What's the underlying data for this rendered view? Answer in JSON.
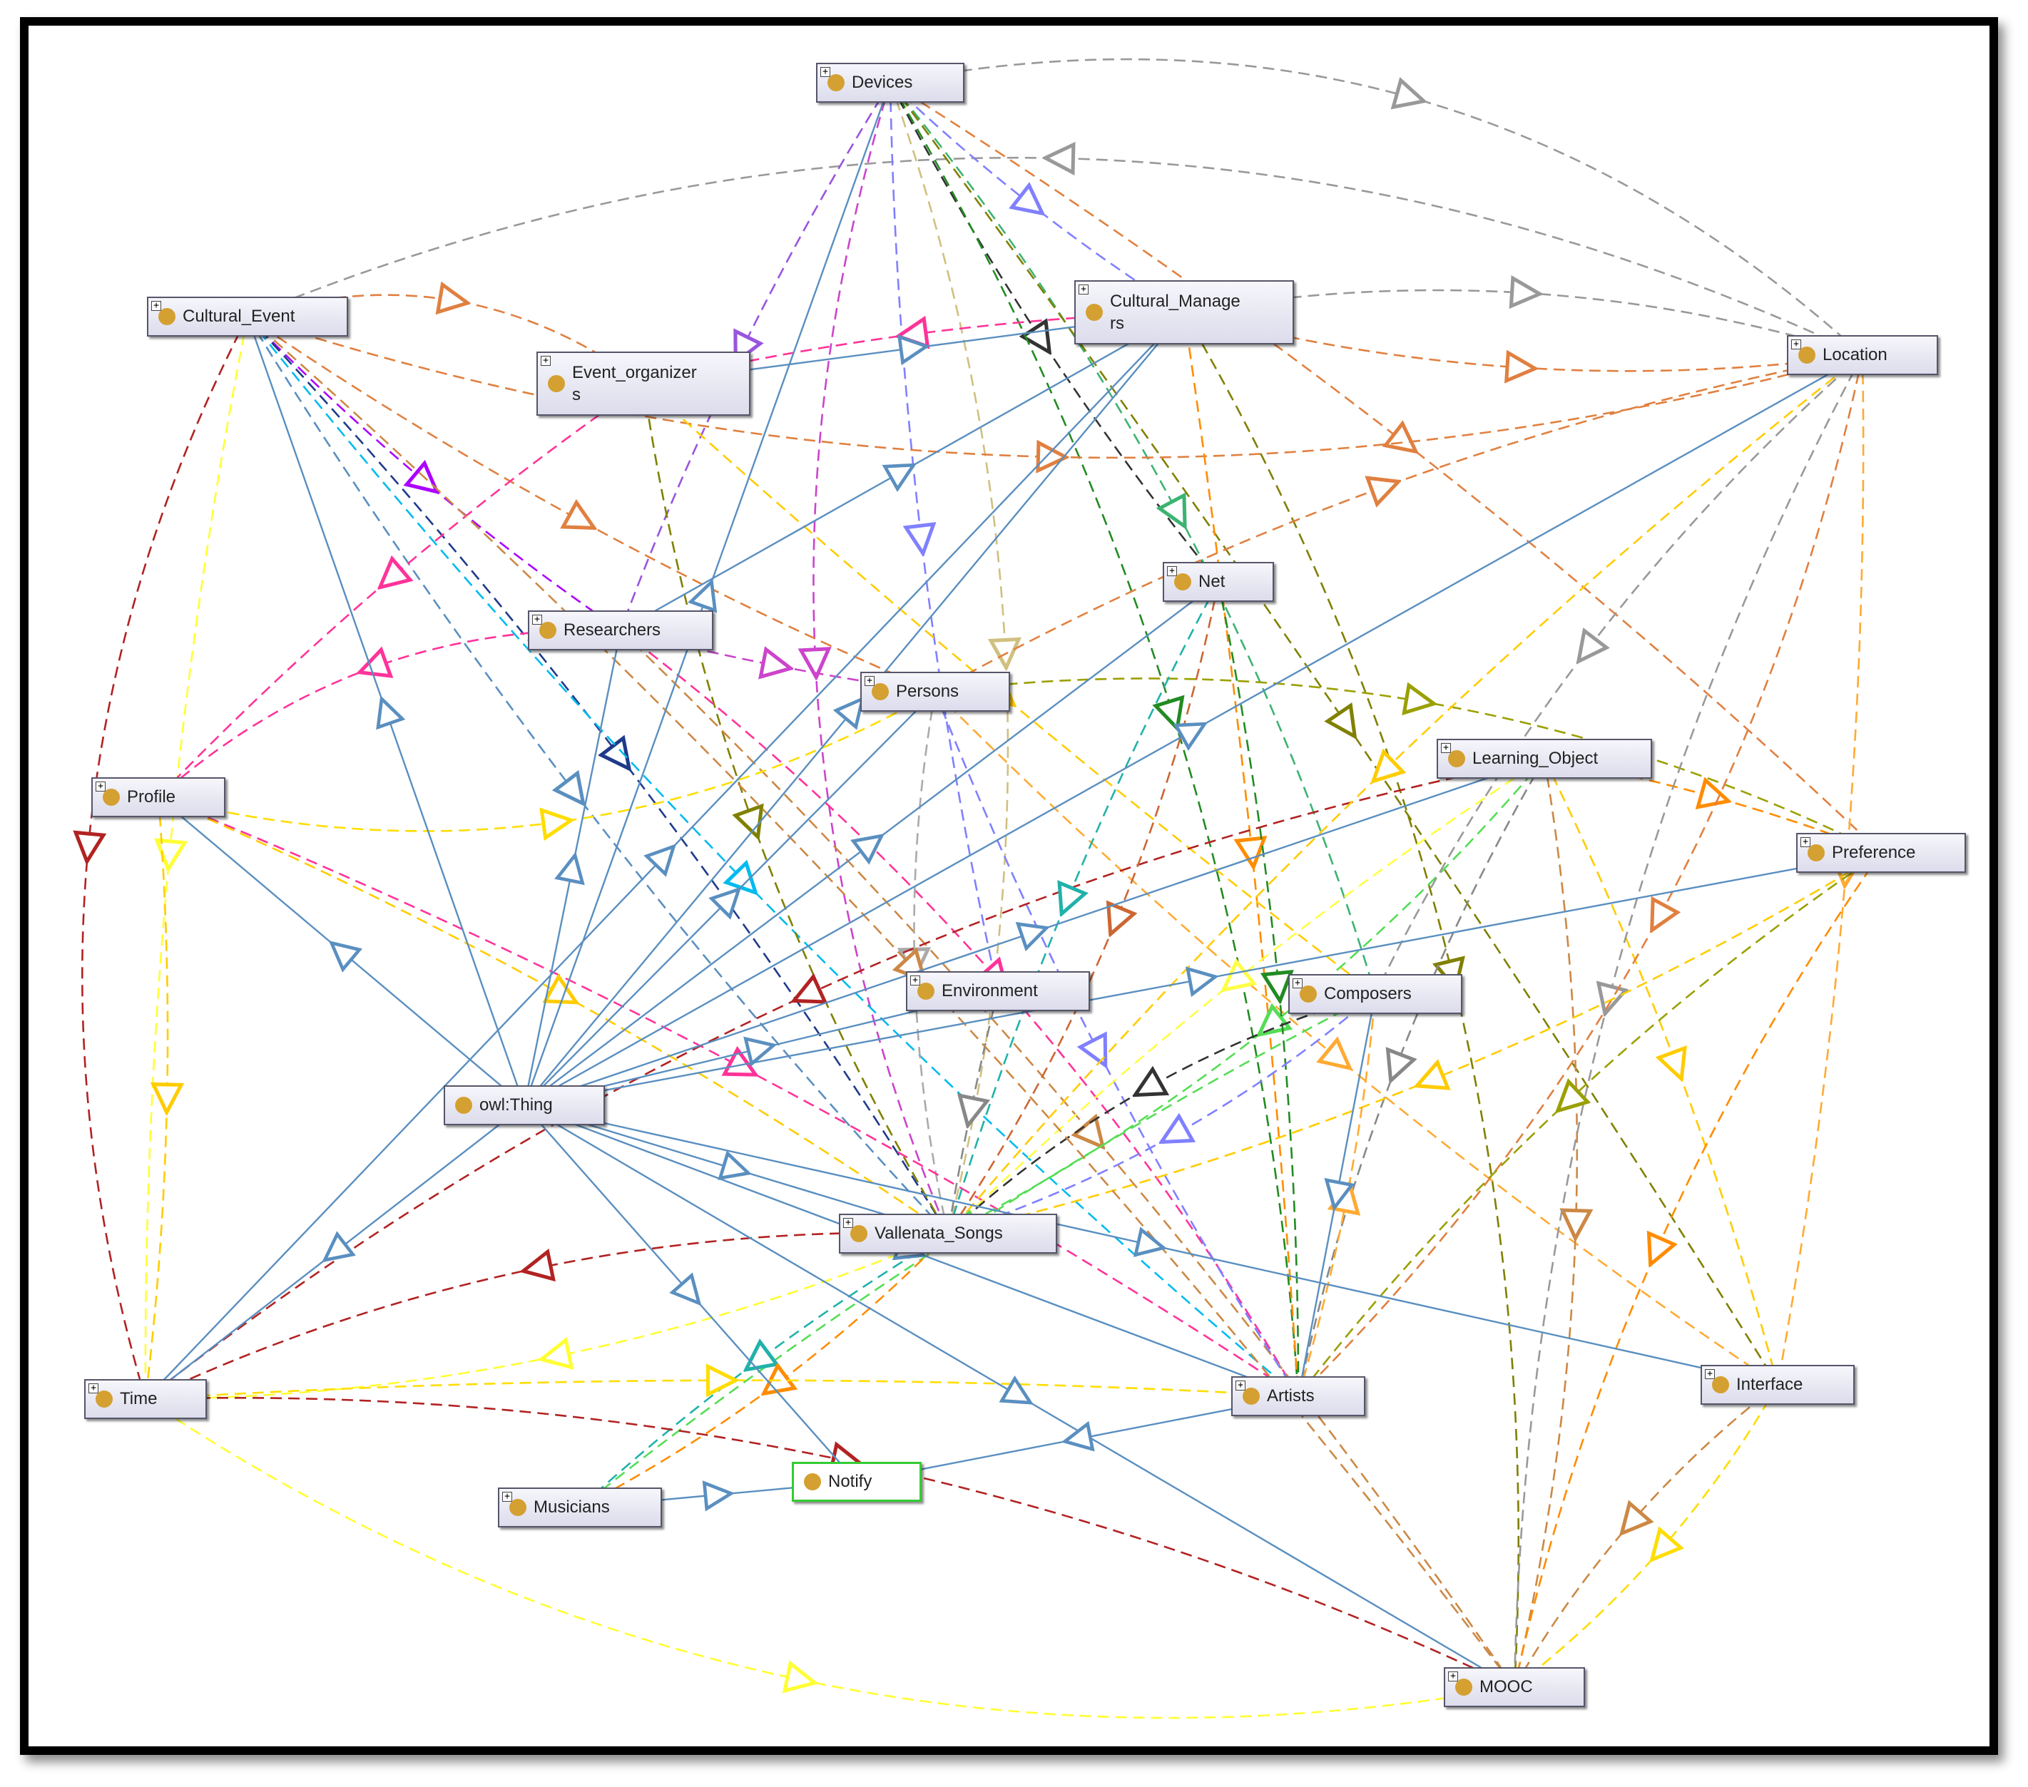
{
  "colors": {
    "node_dot": "#d4a032",
    "subclass_edge": "#5a8fc0",
    "selected_border": "#33cc33"
  },
  "nodes": [
    {
      "id": "devices",
      "label": "Devices",
      "expandable": true
    },
    {
      "id": "cultural_event",
      "label": "Cultural_Event",
      "expandable": true
    },
    {
      "id": "event_organizers",
      "label": "Event_organizer\ns",
      "expandable": true
    },
    {
      "id": "cultural_managers",
      "label": "Cultural_Manage\nrs",
      "expandable": true
    },
    {
      "id": "location",
      "label": "Location",
      "expandable": true
    },
    {
      "id": "net",
      "label": "Net",
      "expandable": true
    },
    {
      "id": "researchers",
      "label": "Researchers",
      "expandable": true
    },
    {
      "id": "persons",
      "label": "Persons",
      "expandable": true
    },
    {
      "id": "profile",
      "label": "Profile",
      "expandable": true
    },
    {
      "id": "learning_object",
      "label": "Learning_Object",
      "expandable": true
    },
    {
      "id": "preference",
      "label": "Preference",
      "expandable": true
    },
    {
      "id": "environment",
      "label": "Environment",
      "expandable": true
    },
    {
      "id": "composers",
      "label": "Composers",
      "expandable": true
    },
    {
      "id": "owl_thing",
      "label": "owl:Thing",
      "expandable": false
    },
    {
      "id": "vallenata_songs",
      "label": "Vallenata_Songs",
      "expandable": true
    },
    {
      "id": "time",
      "label": "Time",
      "expandable": true
    },
    {
      "id": "artists",
      "label": "Artists",
      "expandable": true
    },
    {
      "id": "interface",
      "label": "Interface",
      "expandable": true
    },
    {
      "id": "musicians",
      "label": "Musicians",
      "expandable": true
    },
    {
      "id": "notify",
      "label": "Notify",
      "expandable": false,
      "selected": true
    },
    {
      "id": "mooc",
      "label": "MOOC",
      "expandable": true
    }
  ],
  "subclass_edges": [
    [
      "owl_thing",
      "devices"
    ],
    [
      "owl_thing",
      "cultural_event"
    ],
    [
      "owl_thing",
      "cultural_managers"
    ],
    [
      "owl_thing",
      "location"
    ],
    [
      "owl_thing",
      "net"
    ],
    [
      "owl_thing",
      "researchers"
    ],
    [
      "owl_thing",
      "persons"
    ],
    [
      "owl_thing",
      "environment"
    ],
    [
      "owl_thing",
      "preference"
    ],
    [
      "owl_thing",
      "learning_object"
    ],
    [
      "owl_thing",
      "profile"
    ],
    [
      "owl_thing",
      "time"
    ],
    [
      "owl_thing",
      "vallenata_songs"
    ],
    [
      "owl_thing",
      "interface"
    ],
    [
      "owl_thing",
      "mooc"
    ],
    [
      "owl_thing",
      "notify"
    ],
    [
      "owl_thing",
      "artists"
    ],
    [
      "researchers",
      "cultural_managers"
    ],
    [
      "event_organizers",
      "cultural_managers"
    ],
    [
      "composers",
      "artists"
    ],
    [
      "musicians",
      "notify"
    ],
    [
      "artists",
      "notify"
    ],
    [
      "time",
      "cultural_managers"
    ]
  ],
  "property_edges": [
    {
      "from": "devices",
      "to": "location",
      "color": "#999999",
      "bend": -0.25
    },
    {
      "from": "location",
      "to": "cultural_event",
      "color": "#999999",
      "bend": 0.22
    },
    {
      "from": "cultural_managers",
      "to": "location",
      "color": "#999999",
      "bend": -0.12
    },
    {
      "from": "devices",
      "to": "cultural_managers",
      "color": "#8080ff",
      "bend": 0.05
    },
    {
      "from": "devices",
      "to": "net",
      "color": "#333333",
      "bend": 0.05
    },
    {
      "from": "devices",
      "to": "artists",
      "color": "#228b22",
      "bend": -0.12
    },
    {
      "from": "devices",
      "to": "vallenata_songs",
      "color": "#cc44cc",
      "bend": 0.18
    },
    {
      "from": "devices",
      "to": "environment",
      "color": "#8080ff",
      "bend": 0.05
    },
    {
      "from": "devices",
      "to": "composers",
      "color": "#3cb371",
      "bend": -0.1
    },
    {
      "from": "devices",
      "to": "preference",
      "color": "#e08040",
      "bend": -0.05
    },
    {
      "from": "devices",
      "to": "vallenata_songs",
      "color": "#d0c080",
      "bend": -0.15
    },
    {
      "from": "devices",
      "to": "interface",
      "color": "#808000",
      "bend": -0.02
    },
    {
      "from": "devices",
      "to": "researchers",
      "color": "#9955dd",
      "bend": 0.05
    },
    {
      "from": "cultural_event",
      "to": "event_organizers",
      "color": "#e08040",
      "bend": -0.25
    },
    {
      "from": "cultural_event",
      "to": "researchers",
      "color": "#aa00ff",
      "bend": 0.05
    },
    {
      "from": "cultural_event",
      "to": "persons",
      "color": "#e08040",
      "bend": 0.05
    },
    {
      "from": "cultural_event",
      "to": "vallenata_songs",
      "color": "#1e3a8a",
      "bend": -0.05
    },
    {
      "from": "cultural_event",
      "to": "artists",
      "color": "#00bbee",
      "bend": 0.05
    },
    {
      "from": "cultural_event",
      "to": "time",
      "color": "#b22222",
      "bend": 0.2
    },
    {
      "from": "cultural_event",
      "to": "time",
      "color": "#ffff33",
      "bend": 0.05
    },
    {
      "from": "cultural_event",
      "to": "location",
      "color": "#e08040",
      "bend": 0.15
    },
    {
      "from": "cultural_event",
      "to": "vallenata_songs",
      "color": "#5a8fc0",
      "bend": 0.05
    },
    {
      "from": "cultural_managers",
      "to": "event_organizers",
      "color": "#ff3399",
      "bend": 0.05
    },
    {
      "from": "cultural_managers",
      "to": "location",
      "color": "#e08040",
      "bend": 0.1
    },
    {
      "from": "cultural_managers",
      "to": "mooc",
      "color": "#808000",
      "bend": -0.15
    },
    {
      "from": "cultural_managers",
      "to": "artists",
      "color": "#ff8c00",
      "bend": -0.02
    },
    {
      "from": "event_organizers",
      "to": "profile",
      "color": "#ff3399",
      "bend": 0.05
    },
    {
      "from": "event_organizers",
      "to": "vallenata_songs",
      "color": "#808000",
      "bend": 0.1
    },
    {
      "from": "event_organizers",
      "to": "composers",
      "color": "#ffcc00",
      "bend": 0.02
    },
    {
      "from": "researchers",
      "to": "persons",
      "color": "#cc44cc",
      "bend": 0.03
    },
    {
      "from": "researchers",
      "to": "profile",
      "color": "#ff3399",
      "bend": 0.2
    },
    {
      "from": "researchers",
      "to": "artists",
      "color": "#ff3399",
      "bend": -0.1
    },
    {
      "from": "researchers",
      "to": "mooc",
      "color": "#cc8844",
      "bend": -0.05
    },
    {
      "from": "persons",
      "to": "location",
      "color": "#e08040",
      "bend": -0.08
    },
    {
      "from": "persons",
      "to": "preference",
      "color": "#9aa000",
      "bend": -0.15
    },
    {
      "from": "persons",
      "to": "vallenata_songs",
      "color": "#aaaaaa",
      "bend": 0.1
    },
    {
      "from": "persons",
      "to": "artists",
      "color": "#8080ff",
      "bend": 0.05
    },
    {
      "from": "persons",
      "to": "interface",
      "color": "#ffaa33",
      "bend": 0.05
    },
    {
      "from": "profile",
      "to": "persons",
      "color": "#ffdd00",
      "bend": 0.2
    },
    {
      "from": "profile",
      "to": "artists",
      "color": "#ff3399",
      "bend": -0.05
    },
    {
      "from": "profile",
      "to": "vallenata_songs",
      "color": "#ffcc00",
      "bend": -0.05
    },
    {
      "from": "learning_object",
      "to": "time",
      "color": "#b22222",
      "bend": 0.12
    },
    {
      "from": "learning_object",
      "to": "preference",
      "color": "#ff8c00",
      "bend": -0.05
    },
    {
      "from": "learning_object",
      "to": "artists",
      "color": "#888888",
      "bend": 0.08
    },
    {
      "from": "learning_object",
      "to": "vallenata_songs",
      "color": "#ffff44",
      "bend": 0.05
    },
    {
      "from": "learning_object",
      "to": "interface",
      "color": "#ffcc00",
      "bend": -0.05
    },
    {
      "from": "learning_object",
      "to": "mooc",
      "color": "#cc8844",
      "bend": -0.1
    },
    {
      "from": "learning_object",
      "to": "vallenata_songs",
      "color": "#55dd55",
      "bend": -0.1
    },
    {
      "from": "location",
      "to": "mooc",
      "color": "#999999",
      "bend": 0.12
    },
    {
      "from": "location",
      "to": "artists",
      "color": "#e08040",
      "bend": -0.15
    },
    {
      "from": "location",
      "to": "interface",
      "color": "#ffaa33",
      "bend": -0.05
    },
    {
      "from": "location",
      "to": "composers",
      "color": "#999999",
      "bend": 0.1
    },
    {
      "from": "net",
      "to": "vallenata_songs",
      "color": "#20b2aa",
      "bend": 0.05
    },
    {
      "from": "net",
      "to": "artists",
      "color": "#228b22",
      "bend": -0.05
    },
    {
      "from": "net",
      "to": "vallenata_songs",
      "color": "#cc6633",
      "bend": -0.1
    },
    {
      "from": "preference",
      "to": "mooc",
      "color": "#ff8c00",
      "bend": 0.1
    },
    {
      "from": "preference",
      "to": "vallenata_songs",
      "color": "#ffcc00",
      "bend": -0.08
    },
    {
      "from": "preference",
      "to": "artists",
      "color": "#9aa000",
      "bend": 0.08
    },
    {
      "from": "composers",
      "to": "vallenata_songs",
      "color": "#333333",
      "bend": 0.12
    },
    {
      "from": "composers",
      "to": "vallenata_songs",
      "color": "#8080ff",
      "bend": -0.1
    },
    {
      "from": "composers",
      "to": "musicians",
      "color": "#55dd55",
      "bend": 0.05
    },
    {
      "from": "vallenata_songs",
      "to": "time",
      "color": "#b22222",
      "bend": 0.12
    },
    {
      "from": "vallenata_songs",
      "to": "musicians",
      "color": "#20b2aa",
      "bend": 0.05
    },
    {
      "from": "vallenata_songs",
      "to": "time",
      "color": "#ffff33",
      "bend": -0.1
    },
    {
      "from": "vallenata_songs",
      "to": "musicians",
      "color": "#ff8c00",
      "bend": -0.08
    },
    {
      "from": "time",
      "to": "mooc",
      "color": "#ffff33",
      "bend": 0.2
    },
    {
      "from": "time",
      "to": "mooc",
      "color": "#b22222",
      "bend": -0.12
    },
    {
      "from": "time",
      "to": "artists",
      "color": "#ffdd00",
      "bend": -0.03
    },
    {
      "from": "profile",
      "to": "time",
      "color": "#ffcc00",
      "bend": -0.05
    },
    {
      "from": "interface",
      "to": "mooc",
      "color": "#cc8844",
      "bend": 0.1
    },
    {
      "from": "interface",
      "to": "mooc",
      "color": "#ffdd00",
      "bend": -0.1
    },
    {
      "from": "environment",
      "to": "vallenata_songs",
      "color": "#888888",
      "bend": 0.02
    },
    {
      "from": "artists",
      "to": "composers",
      "color": "#ffaa33",
      "bend": 0.05
    },
    {
      "from": "cultural_event",
      "to": "mooc",
      "color": "#cc8844",
      "bend": -0.05
    },
    {
      "from": "location",
      "to": "vallenata_songs",
      "color": "#ffcc00",
      "bend": 0.05
    }
  ]
}
